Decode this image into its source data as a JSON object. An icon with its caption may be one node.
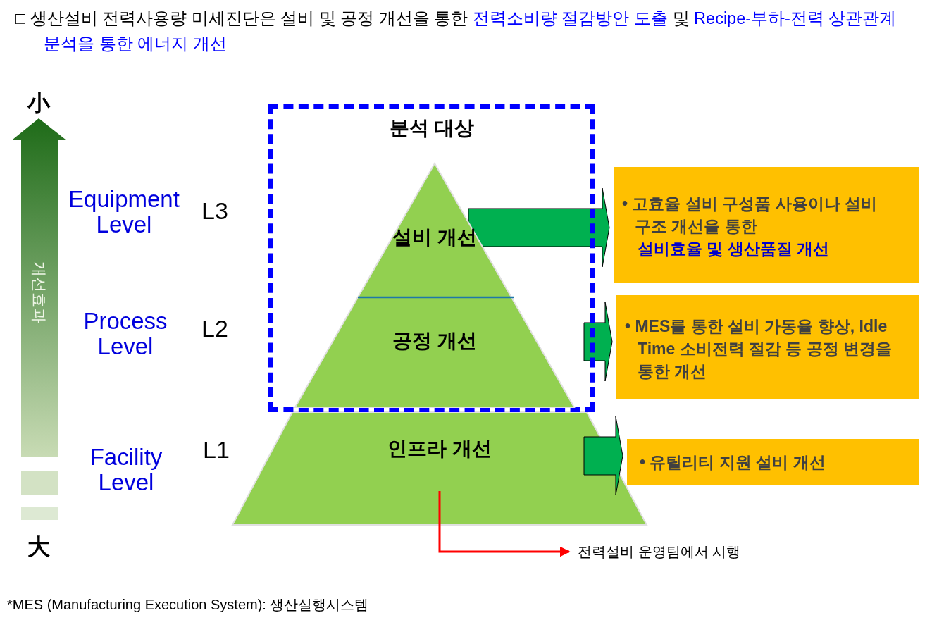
{
  "diagram": {
    "nodes": [
      {
        "text": [
          "분석 대상"
        ]
      },
      {
        "text": [
          "설비 개선"
        ],
        "in": 0
      },
      {
        "text": [
          "공정 개선"
        ],
        "in": 0
      },
      {
        "text": [
          "인프라 개선"
        ]
      },
      {
        "text": [
          "• 고효율 설비 구성품 사용이나 설비 구조 개선을 통한",
          "설비효율 및 생산품질 개선"
        ]
      },
      {
        "text": [
          "• MES를 통한 설비 가동율 향상, Idle Time 소비전력 절감 등 공정 변경을 통한 개선"
        ]
      },
      {
        "text": [
          "• 유틸리티 지원 설비 개선"
        ]
      },
      {
        "text": [
          "전력설비 운영팀에서 시행"
        ]
      }
    ],
    "edges": [
      {
        "from": 1,
        "to": 4,
        "arrow": "to"
      },
      {
        "from": 2,
        "to": 5,
        "arrow": "to"
      },
      {
        "from": 3,
        "to": 6,
        "arrow": "to"
      },
      {
        "from": 3,
        "to": 7,
        "arrow": "to",
        "color": "#ff0000"
      }
    ],
    "labels": [
      "□ 생산설비 전력사용량 미세진단은 설비 및 공정 개선을 통한",
      "전력소비량 절감방안 도출",
      "및",
      "Recipe-부하-전력 상관관계 분석을 통한 에너지 개선",
      "小",
      "개선효과",
      "大",
      "Equipment Level",
      "L3",
      "Process Level",
      "L2",
      "Facility Level",
      "L1",
      "*MES (Manufacturing Execution System):  생산실행시스템"
    ]
  }
}
